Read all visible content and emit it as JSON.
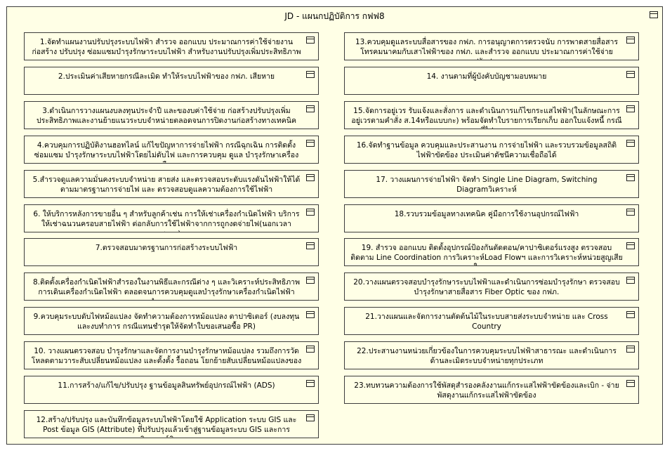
{
  "container": {
    "title": "JD - แผนกปฏิบัติการ กฟฟ8"
  },
  "left_items": [
    "1.จัดทำแผนงานปรับปรุงระบบไฟฟ้า สำรวจ ออกแบบ ประมาณการค่าใช้จ่ายงานก่อสร้าง ปรับปรุง ซ่อมแซมบำรุงรักษาระบบไฟฟ้า สำหรับงานปรับปรุงเพิ่มประสิทธิภาพ และงาน",
    "2.ประเมินค่าเสียหายกรณีละเมิด ทำให้ระบบไฟฟ้าของ กฟภ. เสียหาย",
    "3.ดำเนินการวางแผนงบลงทุนประจำปี และของบค่าใช้จ่าย ก่อสร้างปรับปรุงเพิ่มประสิทธิภาพและงานย้ายแนวระบบจำหน่ายตลอดจนการปิดงานก่อสร้างทางเทคนิค",
    "4.ควบคุมการปฏิบัติงานฮอทไลน์ แก้ไขปัญหาการจ่ายไฟฟ้า กรณีฉุกเฉิน การติดตั้ง ซ่อมแซม บำรุงรักษาระบบไฟฟ้าโดยไม่ดับไฟ และการควบคุม ดูแล บำรุงรักษาเครื่องมือ",
    "5.สำรวจดูแลความมั่นคงระบบจำหน่าย สายส่ง และตรวจสอบระดับแรงดันไฟฟ้าให้ได้ตามมาตรฐานการจ่ายไฟ และ ตรวจสอบดูแลความต้องการใช้ไฟฟ้า",
    "6. ให้บริการหลังการขายอื่น ๆ สำหรับลูกค้าเช่น การให้เช่าเครื่องกำเนิดไฟฟ้า บริการให้เช่าฉนวนครอบสายไฟฟ้า ต่อกลับการใช้ไฟฟ้าจากการถูกงดจ่ายไฟ(นอกเวลาราชการ)",
    "7.ตรวจสอบมาตรฐานการก่อสร้างระบบไฟฟ้า",
    "8.ติดตั้งเครื่องกำเนิดไฟฟ้าสำรองในงานพิธีและกรณีต่าง ๆ และวิเคราะห์ประสิทธิภาพการเดินเครื่องกำเนิดไฟฟ้า ตลอดจนการควบคุมดูแลบำรุงรักษาเครื่องกำเนิดไฟฟ้าสำรองและ",
    "9.ควบคุมระบบดับไฟหม้อแปลง จัดทำความต้องการหม้อแปลง ตาปาซิเตอร์ (งบลงทุนและงบทำการ กรณีแทนชำรุดให้จัดทำใบขอเสนอซื้อ PR)",
    "10. วางแผนตรวจสอบ บำรุงรักษาและจัดการงานบำรุงรักษาหม้อแปลง รวมถึงการวัดโหลดตามวาระสับเปลี่ยนหม้อแปลง และตั้งตั้ง รื้อถอน โยกย้ายสับเปลี่ยนหม้อแปลงของ",
    "11.การสร้าง/แก้ไข/ปรับปรุง ฐานข้อมูลสินทรัพย์อุปกรณ์ไฟฟ้า (ADS)",
    "12.สร้าง/ปรับปรุง และบันทึกข้อมูลระบบไฟฟ้าโดยใช้ Application ระบบ GIS และ Post ข้อมูล GIS (Attribute) ที่ปรับปรุงแล้วเข้าสู่ฐานข้อมูลระบบ GIS และการวิเคราะห์ติดตาม"
  ],
  "right_items": [
    "13.ควบคุมดูแลระบบสื่อสารของ กฟภ. การอนุญาตการตรวจนับ การพาดสายสื่อสาร โทรคมนาคมกับเสาไฟฟ้าของ กฟภ. และสำรวจ ออกแบบ ประมาณการค่าใช้จ่ายปรับปรุง",
    "14. งานตามที่ผู้บังคับบัญชามอบหมาย",
    "15.จัดการอยู่เวร รับแจ้งและสั่งการ และดำเนินการแก้ไขกระแสไฟฟ้า(ในลักษณะการอยู่เวรตามคำสั่ง ส.14หรือแบบกะ) พร้อมจัดทำใบรายการเรียกเก็บ ออกใบแจ้งหนี้ กรณีที่ไป",
    "16.จัดทำฐานข้อมูล ควบคุมและประสานงาน การจ่ายไฟฟ้า และรวบรวมข้อมูลสถิติไฟฟ้าขัดข้อง ประเมินค่าดัชนีความเชื่อถือได้",
    "17. วางแผนการจ่ายไฟฟ้า จัดทำ Single Line Diagram, Switching Diagramวิเคราะห์",
    "18.รวบรวมข้อมูลทางเทคนิค คู่มือการใช้งานอุปกรณ์ไฟฟ้า",
    "19. สำรวจ ออกแบบ ติดตั้งอุปกรณ์ป้องกันตัดตอน/คาปาซิเตอร์แรงสูง ตรวจสอบติดตาม Line Coordination การวิเคราะห์Load Flowฯ และการวิเคราะห์หน่วยสูญเสียในระบบ",
    "20.วางแผนตรวจสอบบำรุงรักษาระบบไฟฟ้าและดำเนินการซ่อมบำรุงรักษา ตรวจสอบ บำรุงรักษาสายสื่อสาร Fiber Optic ของ กฟภ.",
    "21.วางแผนและจัดการงานตัดต้นไม้ในระบบสายส่งระบบจำหน่าย และ Cross Country",
    "22.ประสานงานหน่วยเกี่ยวข้องในการควบคุมระบบไฟฟ้าสาธารณะ และดำเนินการด้านละเมิดระบบจำหน่ายทุกประเภท",
    "23.ทบทวนความต้องการใช้พัสดุสำรองคลังงานแก้กระแสไฟฟ้าขัดข้องและเบิก - จ่ายพัสดุงานแก้กระแสไฟฟ้าขัดข้อง"
  ],
  "icon": "package-icon"
}
